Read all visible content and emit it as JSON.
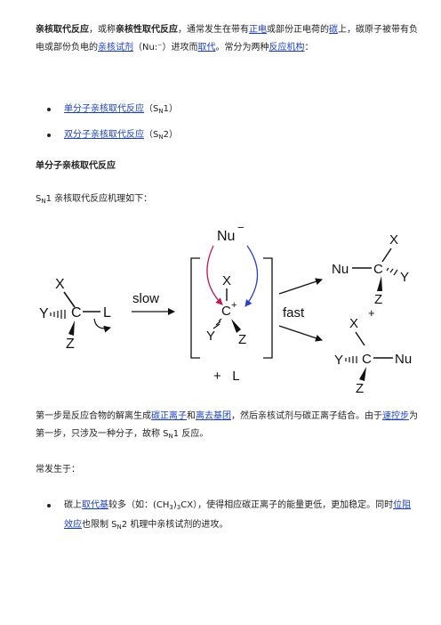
{
  "intro": {
    "t1": "亲核取代反应",
    "t2": "，或称",
    "t3": "亲核性取代反应",
    "t4": "，通常发生在带有",
    "l1": "正电",
    "t5": "或部份正电荷的",
    "l2": "碳",
    "t6": "上，碳原子被带有负电或部份负电的",
    "l3": "亲核试剂",
    "t7": "（Nu:⁻）进攻而",
    "l4": "取代",
    "t8": "。常分为两种",
    "l5": "反应机构",
    "t9": "："
  },
  "mechanisms": [
    {
      "link": "单分子亲核取代反应",
      "pre": "（S",
      "sub": "N",
      "post": "1）"
    },
    {
      "link": "双分子亲核取代反应",
      "pre": "（S",
      "sub": "N",
      "post": "2）"
    }
  ],
  "heading": "单分子亲核取代反应",
  "subheading": {
    "pre": "S",
    "sub": "N",
    "post": "1 亲核取代反应机理如下："
  },
  "scheme": {
    "X": "X",
    "Y": "Y",
    "Z": "Z",
    "C": "C",
    "L": "L",
    "Nu": "Nu",
    "Nu_minus": "Nu",
    "minus": "−",
    "plus": "+",
    "slow": "slow",
    "fast": "fast",
    "plus_L": "+   L"
  },
  "step": {
    "t1": "第一步是反应合物的解离生成",
    "l1": "碳正离子",
    "t2": "和",
    "l2": "离去基团",
    "t3": "，然后亲核试剂与碳正离子结合。由于",
    "l3": "速控步",
    "t4": "为第一步，只涉及一种分子，故称 S",
    "sub": "N",
    "t5": "1 反应。"
  },
  "occurs": "常发生于：",
  "condition": {
    "t1": "碳上",
    "l1": "取代基",
    "t2": "较多（如：(CH",
    "sub1": "3",
    "t3": ")",
    "sub2": "3",
    "t4": "CX），使得相应碳正离子的能量更低，更加稳定。同时",
    "l2": "位阻效应",
    "t5": "也限制 S",
    "sub3": "N",
    "t6": "2 机理中亲核试剂的进攻。"
  }
}
